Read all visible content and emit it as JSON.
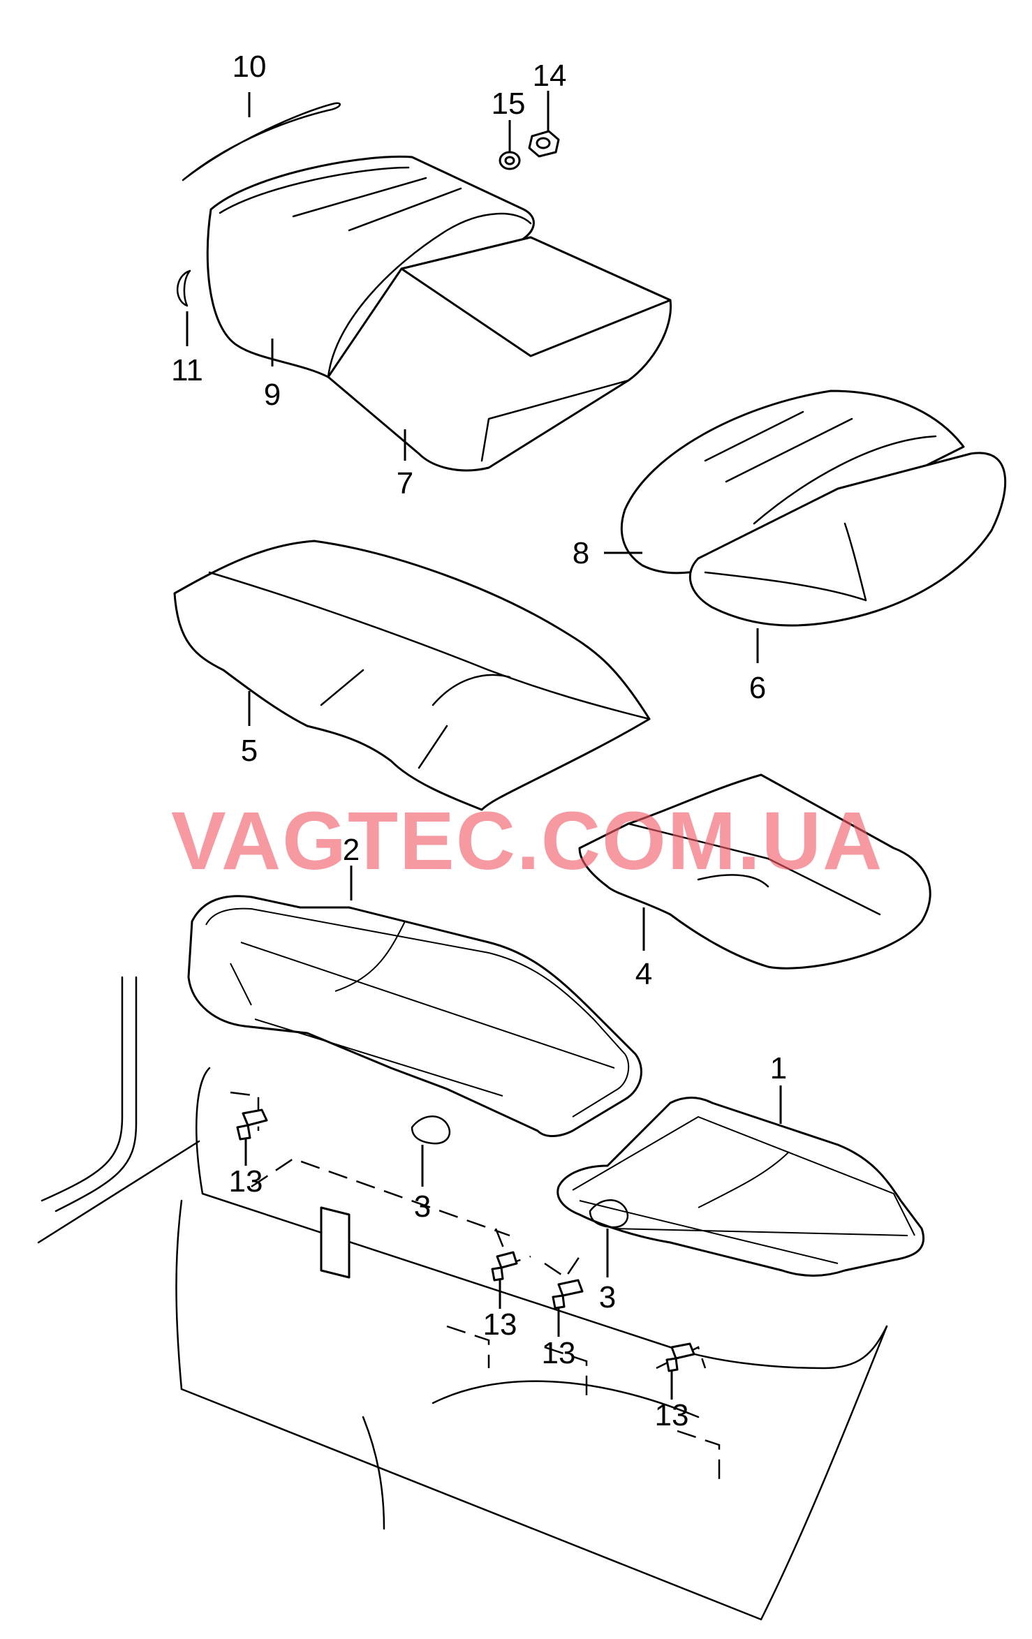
{
  "watermark": "VAGTEC.COM.UA",
  "colors": {
    "line": "#000000",
    "background": "#ffffff",
    "watermark": "#f25a68"
  },
  "callouts": {
    "c1": "1",
    "c2": "2",
    "c3a": "3",
    "c3b": "3",
    "c4": "4",
    "c5": "5",
    "c6": "6",
    "c7": "7",
    "c8": "8",
    "c9": "9",
    "c10": "10",
    "c11": "11",
    "c13a": "13",
    "c13b": "13",
    "c13c": "13",
    "c13d": "13",
    "c14": "14",
    "c15": "15"
  }
}
